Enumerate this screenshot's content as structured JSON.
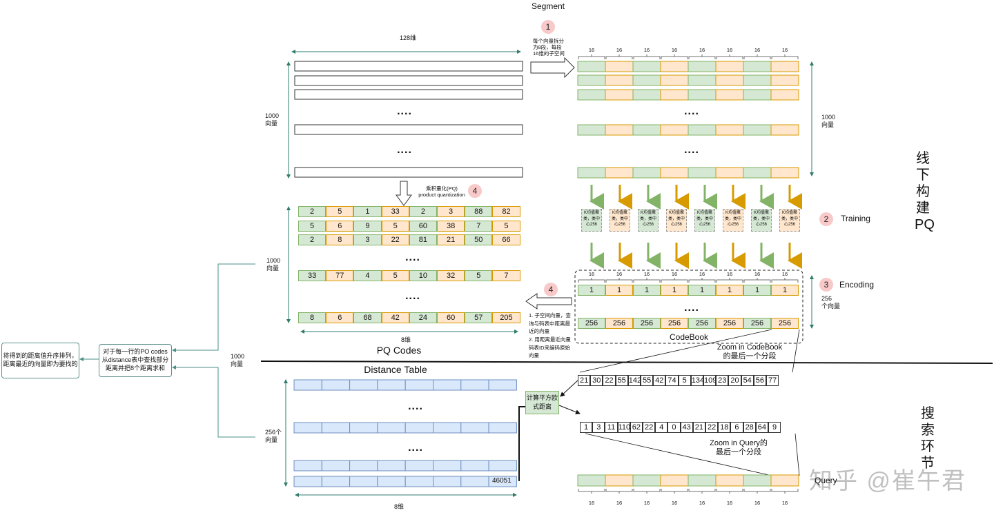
{
  "top": {
    "segment_label": "Segment",
    "dim_128": "128维",
    "count_1000": "1000\n向量",
    "dots": "....",
    "sub_dim": "16",
    "pq_codes_label": "PQ Codes",
    "dim_8": "8维"
  },
  "steps": {
    "s1": {
      "num": "1",
      "text": "每个向量拆分\n为8段，每段\n16维的子空间"
    },
    "s2": {
      "num": "2",
      "text": "Training"
    },
    "s3": {
      "num": "3",
      "text": "Encoding"
    },
    "s4a": {
      "num": "4",
      "text": "乘积量化(PQ)\nproduct quantization"
    },
    "s4b": {
      "num": "4",
      "text": "1. 子空间向量，查\n询与码表中距离最\n近的向量\n2. 用距离最近向量\n码表ID来编码原始\n向量"
    }
  },
  "kmeans_label": "K均值聚\n类，类中\n心256",
  "codebook": {
    "title": "CodeBook",
    "count": "256\n个向量",
    "row_first": [
      "1",
      "1",
      "1",
      "1",
      "1",
      "1",
      "1",
      "1"
    ],
    "row_last": [
      "256",
      "256",
      "256",
      "256",
      "256",
      "256",
      "256",
      "256"
    ]
  },
  "pq_rows": [
    [
      "2",
      "5",
      "1",
      "33",
      "2",
      "3",
      "88",
      "82"
    ],
    [
      "5",
      "6",
      "9",
      "5",
      "60",
      "38",
      "7",
      "5"
    ],
    [
      "2",
      "8",
      "3",
      "22",
      "81",
      "21",
      "50",
      "66"
    ],
    [
      "33",
      "77",
      "4",
      "5",
      "10",
      "32",
      "5",
      "7"
    ],
    [
      "8",
      "6",
      "68",
      "42",
      "24",
      "60",
      "57",
      "205"
    ]
  ],
  "offline_label": "线下构建PQ",
  "search_label": "搜索环节",
  "search": {
    "distance_table": "Distance Table",
    "dt_count": "256个\n向量",
    "dt_dim": "8维",
    "dt_value": "46051",
    "calc": "计算平方欧\n式距离",
    "zoom_codebook": "Zoom in CodeBook\n的最后一个分段",
    "zoom_query": "Zoom in Query的\n最后一个分段",
    "query_label": "Query",
    "codebook_seg": [
      "21",
      "30",
      "22",
      "55",
      "142",
      "55",
      "42",
      "74",
      "5",
      "134",
      "109",
      "23",
      "20",
      "54",
      "56",
      "77"
    ],
    "query_seg": [
      "1",
      "3",
      "11",
      "110",
      "62",
      "22",
      "4",
      "0",
      "43",
      "21",
      "22",
      "18",
      "6",
      "28",
      "64",
      "9"
    ],
    "sum_text": "对于每一行的PO codes\n从distance表中查找部分\n距离并把8个距离求和",
    "sort_text": "将得到的距离值升序排列，\n距离最近的向量即为要找的",
    "count_1000": "1000\n向量"
  },
  "watermark": "知乎 @崔午君",
  "colors": {
    "green": "#d5e8d4",
    "orange": "#ffe6cc",
    "blue": "#dae8fc",
    "arrow_green": "#82b366",
    "arrow_orange": "#d79b00",
    "teal": "#2e7d6b",
    "badge": "#f8c9c9"
  }
}
